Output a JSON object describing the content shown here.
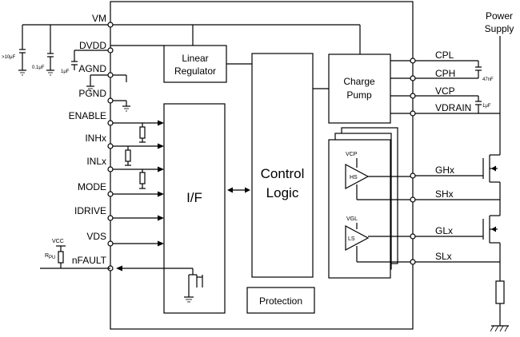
{
  "supply": {
    "line1": "Power",
    "line2": "Supply"
  },
  "pins_left": {
    "vm": "VM",
    "dvdd": "DVDD",
    "agnd": "AGND",
    "pgnd": "PGND",
    "enable": "ENABLE",
    "inhx": "INHx",
    "inlx": "INLx",
    "mode": "MODE",
    "idrive": "IDRIVE",
    "vds": "VDS",
    "nfault": "nFAULT"
  },
  "pins_right": {
    "cpl": "CPL",
    "cph": "CPH",
    "vcp": "VCP",
    "vdrain": "VDRAIN",
    "ghx": "GHx",
    "shx": "SHx",
    "glx": "GLx",
    "slx": "SLx"
  },
  "caps": {
    "c_vm_big": ">10μF",
    "c_vm_small": "0.1μF",
    "c_dvdd": "1μF",
    "c_flying": "47nF",
    "c_vdrain": "1μF"
  },
  "pullup": {
    "vcc": "VCC",
    "rpu": "R",
    "rpu_sub": "PU"
  },
  "blocks": {
    "linear_regulator_1": "Linear",
    "linear_regulator_2": "Regulator",
    "charge_pump_1": "Charge",
    "charge_pump_2": "Pump",
    "control_logic_1": "Control",
    "control_logic_2": "Logic",
    "interface": "I/F",
    "protection": "Protection"
  },
  "drivers": {
    "vcp": "VCP",
    "vgl": "VGL",
    "hs": "HS",
    "ls": "LS"
  }
}
